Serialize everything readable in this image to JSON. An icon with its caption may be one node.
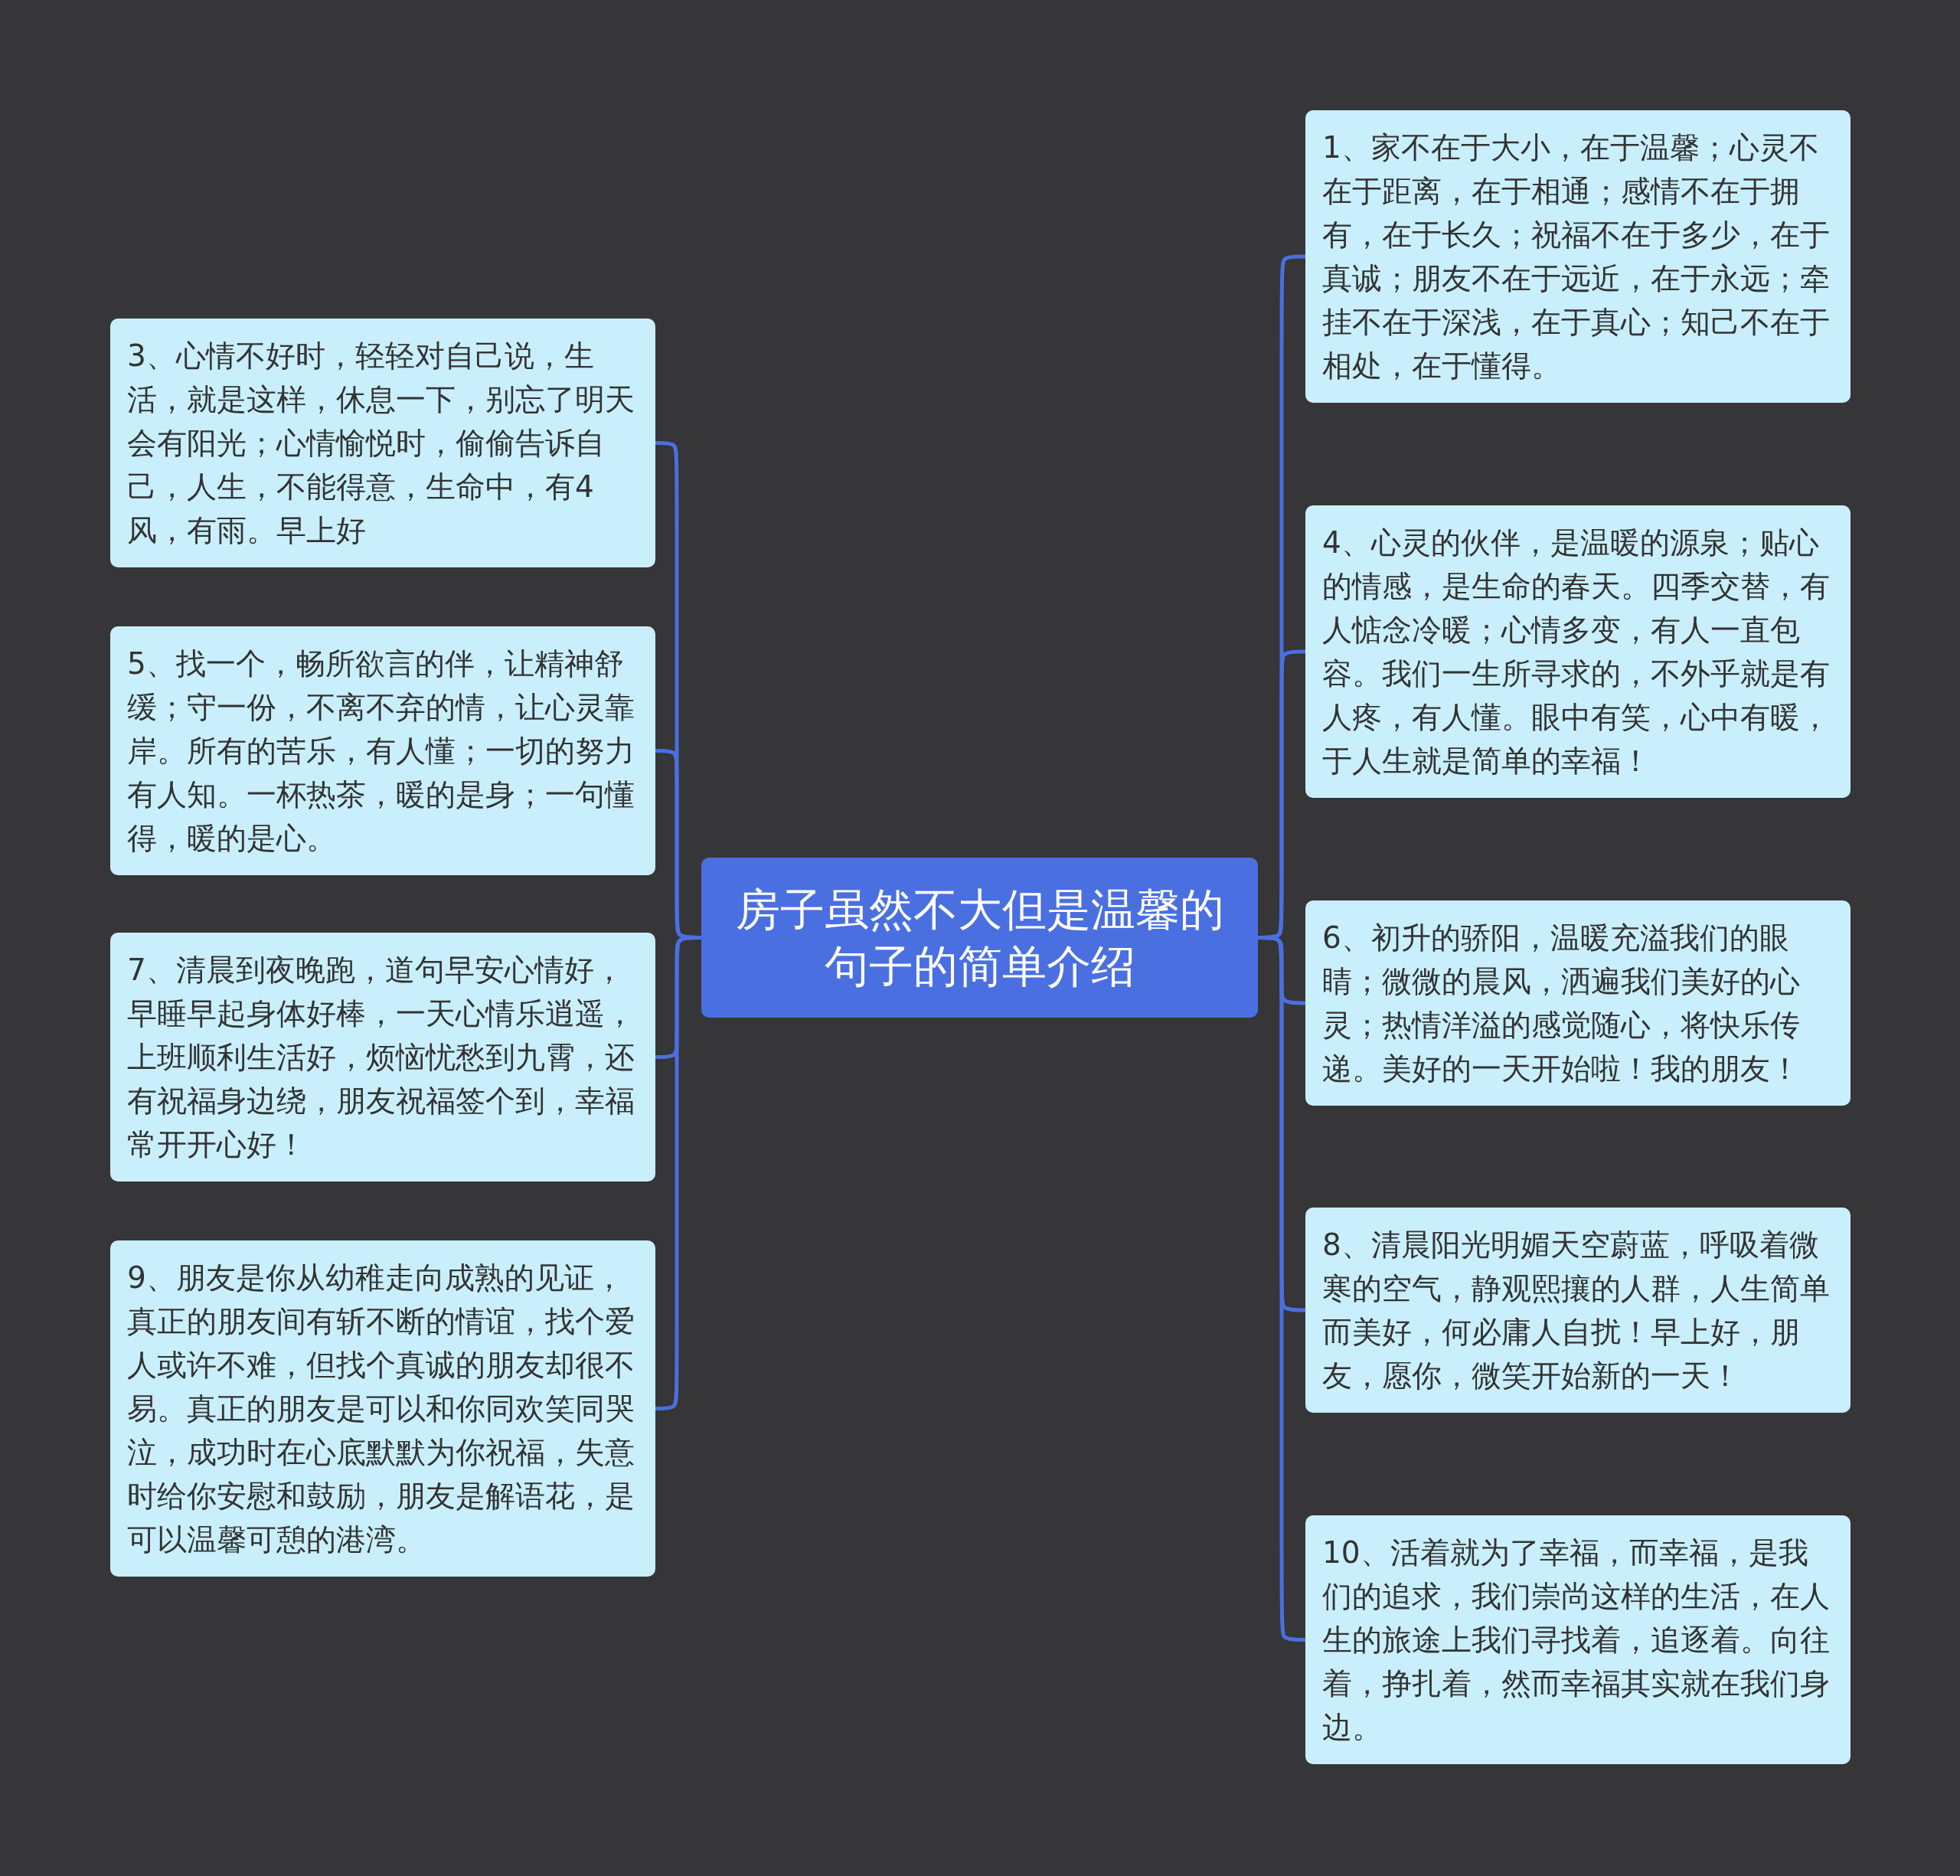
{
  "diagram": {
    "nodes": [
      {
        "text": [
          "房子虽然不大但是温馨的句子的简单介绍"
        ]
      },
      {
        "text": [
          "1、家不在于大小，在于温馨；心灵不在于距离，在于相通；感情不在于拥有，在于长久；祝福不在于多少，在于真诚；朋友不在于远近，在于永远；牵挂不在于深浅，在于真心；知己不在于相处，在于懂得。"
        ]
      },
      {
        "text": [
          "3、心情不好时，轻轻对自己说，生活，就是这样，休息一下，别忘了明天会有阳光；心情愉悦时，偷偷告诉自己，人生，不能得意，生命中，有4风，有雨。早上好"
        ]
      },
      {
        "text": [
          "4、心灵的伙伴，是温暖的源泉；贴心的情感，是生命的春天。四季交替，有人惦念冷暖；心情多变，有人一直包容。我们一生所寻求的，不外乎就是有人疼，有人懂。眼中有笑，心中有暖，于人生就是简单的幸福！"
        ]
      },
      {
        "text": [
          "5、找一个，畅所欲言的伴，让精神舒缓；守一份，不离不弃的情，让心灵靠岸。所有的苦乐，有人懂；一切的努力有人知。一杯热茶，暖的是身；一句懂得，暖的是心。"
        ]
      },
      {
        "text": [
          "6、初升的骄阳，温暖充溢我们的眼睛；微微的晨风，洒遍我们美好的心灵；热情洋溢的感觉随心，将快乐传递。美好的一天开始啦！我的朋友！"
        ]
      },
      {
        "text": [
          "7、清晨到夜晚跑，道句早安心情好，早睡早起身体好棒，一天心情乐逍遥，上班顺利生活好，烦恼忧愁到九霄，还有祝福身边绕，朋友祝福签个到，幸福常开开心好！"
        ]
      },
      {
        "text": [
          "8、清晨阳光明媚天空蔚蓝，呼吸着微寒的空气，静观熙攘的人群，人生简单而美好，何必庸人自扰！早上好，朋友，愿你，微笑开始新的一天！"
        ]
      },
      {
        "text": [
          "9、朋友是你从幼稚走向成熟的见证，真正的朋友间有斩不断的情谊，找个爱人或许不难，但找个真诚的朋友却很不易。真正的朋友是可以和你同欢笑同哭泣，成功时在心底默默为你祝福，失意时给你安慰和鼓励，朋友是解语花，是可以温馨可憩的港湾。"
        ]
      },
      {
        "text": [
          "10、活着就为了幸福，而幸福，是我们的追求，我们崇尚这样的生活，在人生的旅途上我们寻找着，追逐着。向往着，挣扎着，然而幸福其实就在我们身边。"
        ]
      }
    ],
    "edges": [
      {
        "from": 0,
        "to": 1,
        "arrow": "none"
      },
      {
        "from": 0,
        "to": 2,
        "arrow": "none"
      },
      {
        "from": 0,
        "to": 3,
        "arrow": "none"
      },
      {
        "from": 0,
        "to": 4,
        "arrow": "none"
      },
      {
        "from": 0,
        "to": 5,
        "arrow": "none"
      },
      {
        "from": 0,
        "to": 6,
        "arrow": "none"
      },
      {
        "from": 0,
        "to": 7,
        "arrow": "none"
      },
      {
        "from": 0,
        "to": 8,
        "arrow": "none"
      },
      {
        "from": 0,
        "to": 9,
        "arrow": "none"
      }
    ]
  }
}
